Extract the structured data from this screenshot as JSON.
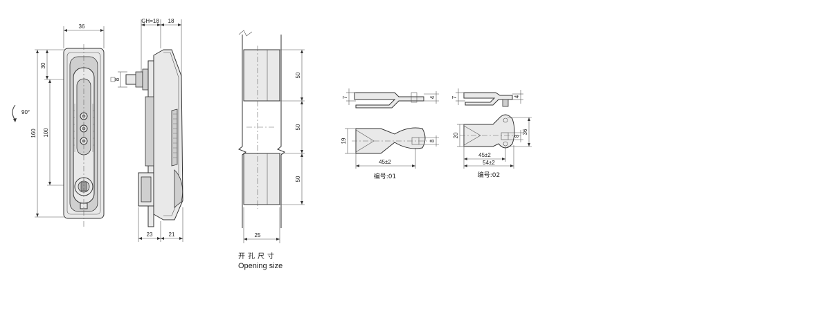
{
  "front_view": {
    "width_label": "36",
    "height_label": "160",
    "upper_label": "30",
    "middle_label": "100",
    "rotation_label": "90°",
    "hole_label": "8"
  },
  "side_view": {
    "gh_label": "GH=18",
    "top_right_label": "18",
    "bottom_left_label": "23",
    "bottom_right_label": "21"
  },
  "opening": {
    "seg1_label": "50",
    "seg2_label": "50",
    "seg3_label": "50",
    "width_label": "25",
    "caption_cn": "开孔尺寸",
    "caption_en": "Opening size"
  },
  "cam01": {
    "thickness_label": "7",
    "end_label": "4",
    "height_label": "19",
    "hole_label": "8",
    "length_label": "45±2",
    "caption": "编号:01"
  },
  "cam02": {
    "thickness_label": "7",
    "end_label": "4",
    "height_label": "20",
    "hole_label": "8",
    "span_label": "36",
    "length_label": "45±2",
    "overall_label": "54±2",
    "caption": "编号:02"
  }
}
